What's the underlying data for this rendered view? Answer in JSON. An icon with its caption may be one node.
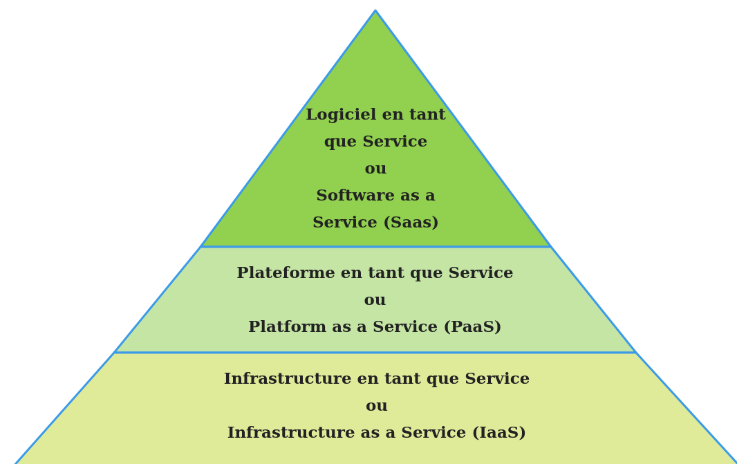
{
  "diagram": {
    "nodes": [
      {
        "text": [
          "Logiciel en tant que Service",
          "ou",
          "Software as a Service (Saas)"
        ]
      },
      {
        "text": [
          "Plateforme en tant que Service",
          "ou",
          "Platform as a Service (PaaS)"
        ]
      },
      {
        "text": [
          "Infrastructure en tant que Service",
          "ou",
          "Infrastructure as a Service (IaaS)"
        ]
      }
    ]
  }
}
